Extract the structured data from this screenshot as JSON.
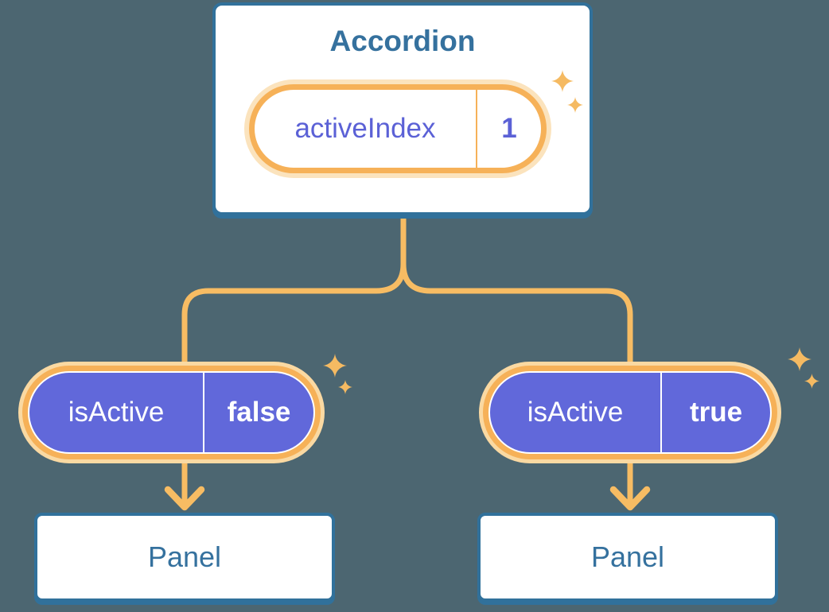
{
  "colors": {
    "background": "#4C6671",
    "accent_orange": "#F7BC63",
    "pill_ring_orange": "#F6B158",
    "pill_glow": "#FAD9A2",
    "pill_glow_on_card": "#FBE3BD",
    "indigo_fill": "#6168DA",
    "indigo_text": "#5B61D6",
    "steel_blue_text": "#35719E",
    "card_border_blue": "#31719B",
    "sparkle_orange": "#F5BA62"
  },
  "root": {
    "title": "Accordion",
    "prop_name": "activeIndex",
    "prop_value": "1"
  },
  "left_child": {
    "prop_name": "isActive",
    "prop_value": "false",
    "panel_label": "Panel"
  },
  "right_child": {
    "prop_name": "isActive",
    "prop_value": "true",
    "panel_label": "Panel"
  }
}
